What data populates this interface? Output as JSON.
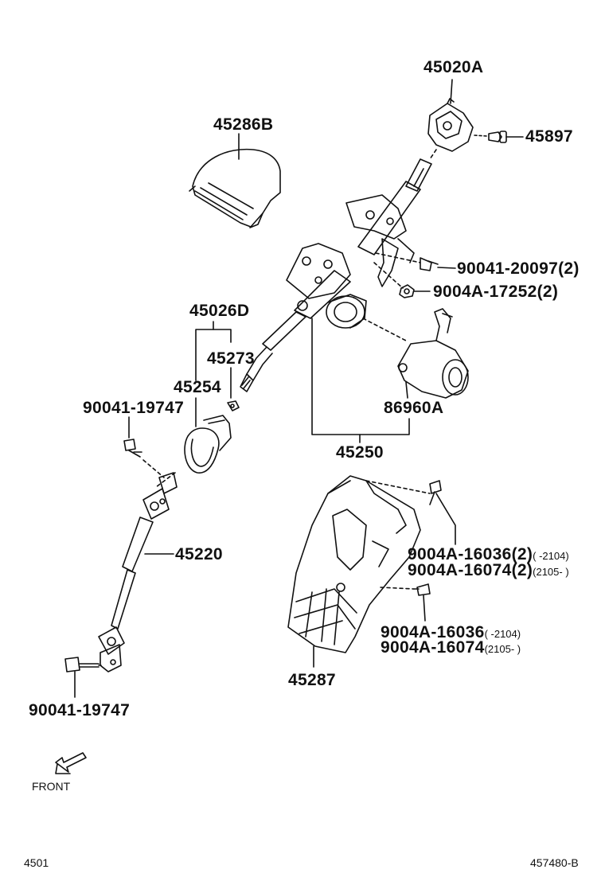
{
  "parts": {
    "p45020A": "45020A",
    "p45897": "45897",
    "p45286B": "45286B",
    "p90041_20097": "90041-20097(2)",
    "p9004A_17252": "9004A-17252(2)",
    "p45026D": "45026D",
    "p45273": "45273",
    "p45254": "45254",
    "p90041_19747_top": "90041-19747",
    "p86960A": "86960A",
    "p45250": "45250",
    "p45220": "45220",
    "p9004A_16036_2": "9004A-16036(2)",
    "p9004A_16036_2_note": "(   -2104)",
    "p9004A_16074_2": "9004A-16074(2)",
    "p9004A_16074_2_note": "(2105-   )",
    "p9004A_16036": "9004A-16036",
    "p9004A_16036_note": "(   -2104)",
    "p9004A_16074": "9004A-16074",
    "p9004A_16074_note": "(2105-   )",
    "p45287": "45287",
    "p90041_19747_bottom": "90041-19747"
  },
  "front_label": "FRONT",
  "footer": {
    "left": "4501",
    "right": "457480-B"
  }
}
